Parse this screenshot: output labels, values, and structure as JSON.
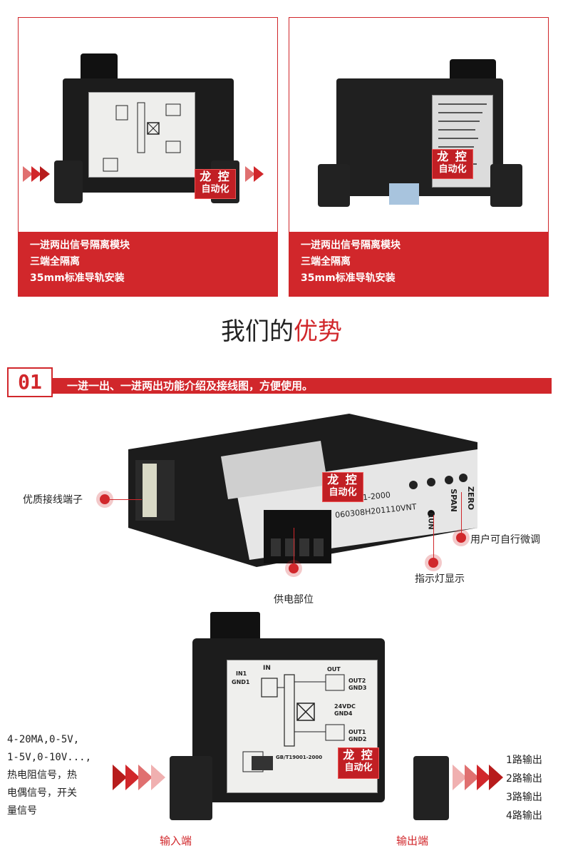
{
  "panels": [
    {
      "caption_lines": [
        "一进两出信号隔离模块",
        "三端全隔离",
        "35mm标准导轨安装"
      ]
    },
    {
      "caption_lines": [
        "一进两出信号隔离模块",
        "三端全隔离",
        "35mm标准导轨安装"
      ]
    }
  ],
  "brand": {
    "line1": "龙 控",
    "line2": "自动化"
  },
  "advantages": {
    "heading_plain": "我们的",
    "heading_accent": "优势"
  },
  "feature01": {
    "number": "01",
    "text": "一进一出、一进两出功能介绍及接线图，方便使用。"
  },
  "device_front": {
    "label_terminal": "优质接线端子",
    "label_user_adjust": "用户可自行微调",
    "label_indicator": "指示灯显示",
    "label_power": "供电部位",
    "print_model": "201-2000",
    "print_serial": "060308H201110VNT",
    "print_span": "SPAN",
    "print_zero": "ZERO",
    "print_run": "RUN"
  },
  "device_side": {
    "input_signals": [
      "4-20MA,0-5V,",
      "1-5V,0-10V...,",
      "热电阻信号，热",
      "电偶信号，开关",
      "量信号"
    ],
    "outputs": [
      "1路输出",
      "2路输出",
      "3路输出",
      "4路输出"
    ],
    "input_end_label": "输入端",
    "output_end_label": "输出端",
    "diagram": {
      "in_label": "IN",
      "in1": "IN1",
      "gnd1": "GND1",
      "out_label": "OUT",
      "out2": "OUT2",
      "gnd3": "GND3",
      "v24": "24VDC",
      "gnd4": "GND4",
      "out1": "OUT1",
      "gnd2": "GND2",
      "standard": "GB/T19001-2000"
    }
  },
  "colors": {
    "accent": "#d1272b",
    "device": "#1c1c1c"
  }
}
